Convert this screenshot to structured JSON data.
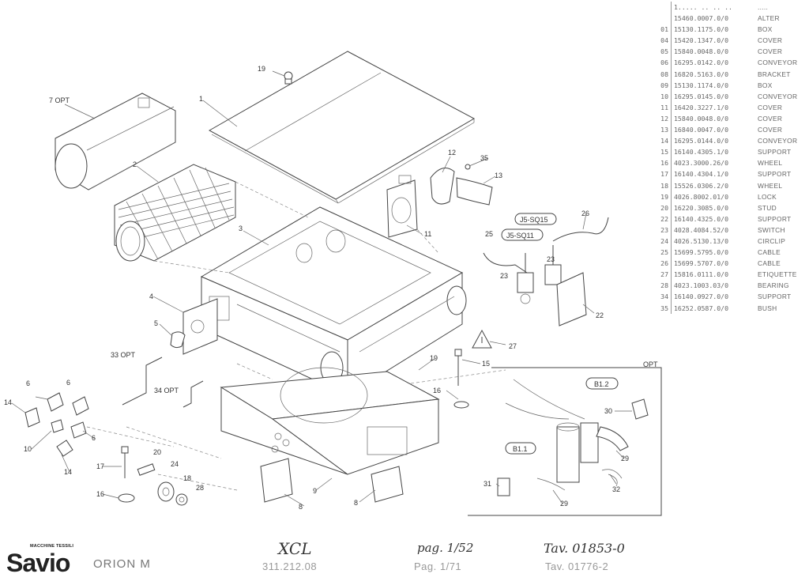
{
  "callouts": {
    "c1": "1",
    "c2": "2",
    "c3": "3",
    "c4": "4",
    "c5": "5",
    "c6a": "6",
    "c6b": "6",
    "c6c": "6",
    "c7": "7 OPT",
    "c8a": "8",
    "c8b": "8",
    "c9": "9",
    "c10": "10",
    "c11": "11",
    "c12": "12",
    "c13": "13",
    "c14a": "14",
    "c14b": "14",
    "c15": "15",
    "c16a": "16",
    "c16b": "16",
    "c17": "17",
    "c18": "18",
    "c19a": "19",
    "c19b": "19",
    "c20": "20",
    "c22": "22",
    "c23a": "23",
    "c23b": "23",
    "c24": "24",
    "c25": "25",
    "c26": "26",
    "c27": "27",
    "c28": "28",
    "c29a": "29",
    "c29b": "29",
    "c30": "30",
    "c31": "31",
    "c32": "32",
    "c33": "33 OPT",
    "c34": "34 OPT",
    "c35": "35",
    "opt": "OPT",
    "j5sq15": "J5-SQ15",
    "j5sq11": "J5-SQ11",
    "b12": "B1.2",
    "b11": "B1.1"
  },
  "parts_table": {
    "rows": [
      {
        "n": "",
        "code": "1.....  .. .. ..",
        "desc": "....."
      },
      {
        "n": "",
        "code": "15460.0007.0/0",
        "desc": "ALTER"
      },
      {
        "n": "01",
        "code": "15130.1175.0/0",
        "desc": "BOX"
      },
      {
        "n": "04",
        "code": "15420.1347.0/0",
        "desc": "COVER"
      },
      {
        "n": "05",
        "code": "15840.0048.0/0",
        "desc": "COVER"
      },
      {
        "n": "06",
        "code": "16295.0142.0/0",
        "desc": "CONVEYOR"
      },
      {
        "n": "08",
        "code": "16820.5163.0/0",
        "desc": "BRACKET"
      },
      {
        "n": "09",
        "code": "15130.1174.0/0",
        "desc": "BOX"
      },
      {
        "n": "10",
        "code": "16295.0145.0/0",
        "desc": "CONVEYOR"
      },
      {
        "n": "11",
        "code": "16420.3227.1/0",
        "desc": "COVER"
      },
      {
        "n": "12",
        "code": "15840.0048.0/0",
        "desc": "COVER"
      },
      {
        "n": "13",
        "code": "16840.0047.0/0",
        "desc": "COVER"
      },
      {
        "n": "14",
        "code": "16295.0144.0/0",
        "desc": "CONVEYOR"
      },
      {
        "n": "15",
        "code": "16140.4305.1/0",
        "desc": "SUPPORT"
      },
      {
        "n": "16",
        "code": "4023.3000.26/0",
        "desc": "WHEEL"
      },
      {
        "n": "17",
        "code": "16140.4304.1/0",
        "desc": "SUPPORT"
      },
      {
        "n": "18",
        "code": "15526.0306.2/0",
        "desc": "WHEEL"
      },
      {
        "n": "19",
        "code": "4026.8002.01/0",
        "desc": "LOCK"
      },
      {
        "n": "20",
        "code": "16220.3085.0/0",
        "desc": "STUD"
      },
      {
        "n": "22",
        "code": "16140.4325.0/0",
        "desc": "SUPPORT"
      },
      {
        "n": "23",
        "code": "4028.4084.52/0",
        "desc": "SWITCH"
      },
      {
        "n": "24",
        "code": "4026.5130.13/0",
        "desc": "CIRCLIP"
      },
      {
        "n": "25",
        "code": "15699.5795.0/0",
        "desc": "CABLE"
      },
      {
        "n": "26",
        "code": "15699.5707.0/0",
        "desc": "CABLE"
      },
      {
        "n": "27",
        "code": "15816.0111.0/0",
        "desc": "ETIQUETTE"
      },
      {
        "n": "28",
        "code": "4023.1003.03/0",
        "desc": "BEARING"
      },
      {
        "n": "34",
        "code": "16140.0927.0/0",
        "desc": "SUPPORT"
      },
      {
        "n": "35",
        "code": "16252.0587.0/0",
        "desc": "BUSH"
      }
    ]
  },
  "footer": {
    "brand": "Savio",
    "tagline": "MACCHINE TESSILI",
    "model": "ORION M",
    "hand_code": "XCL",
    "drawing_no": "311.212.08",
    "hand_page": "pag. 1/52",
    "page": "Pag. 1/71",
    "hand_table": "Tav. 01853-0",
    "table": "Tav. 01776-2"
  },
  "colors": {
    "ink": "#444444",
    "faded": "#999999",
    "paper": "#ffffff"
  }
}
